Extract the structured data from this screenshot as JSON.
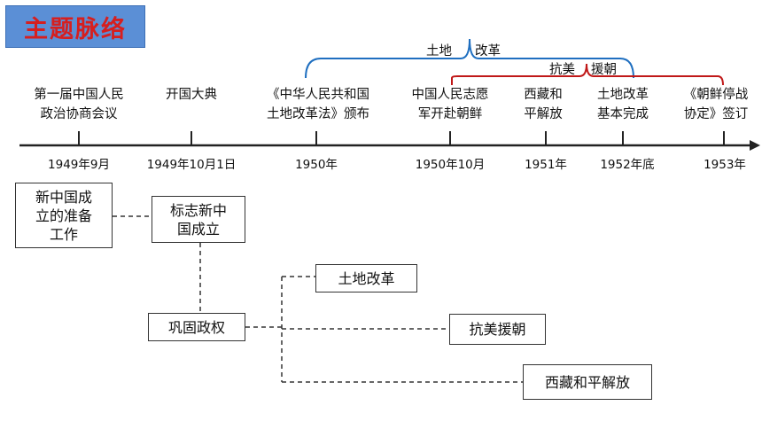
{
  "title": "主题脉络",
  "timeline": {
    "events": [
      {
        "text": "第一届中国人民\n政治协商会议",
        "date": "1949年9月"
      },
      {
        "text": "开国大典",
        "date": "1949年10月1日"
      },
      {
        "text": "《中华人民共和国\n土地改革法》颁布",
        "date": "1950年"
      },
      {
        "text": "中国人民志愿\n军开赴朝鲜",
        "date": "1950年10月"
      },
      {
        "text": "西藏和\n平解放",
        "date": "1951年"
      },
      {
        "text": "土地改革\n基本完成",
        "date": "1952年底"
      },
      {
        "text": "《朝鲜停战\n协定》签订",
        "date": "1953年"
      }
    ],
    "braces": [
      {
        "label_left": "土地",
        "label_right": "改革",
        "color": "#1f6fc0"
      },
      {
        "label_left": "抗美",
        "label_right": "援朝",
        "color": "#c01818"
      }
    ]
  },
  "flow": {
    "boxes": [
      {
        "id": "prep",
        "text": "新中国成\n立的准备\n工作"
      },
      {
        "id": "founding",
        "text": "标志新中\n国成立"
      },
      {
        "id": "consolidate",
        "text": "巩固政权"
      },
      {
        "id": "land",
        "text": "土地改革"
      },
      {
        "id": "korea",
        "text": "抗美援朝"
      },
      {
        "id": "tibet",
        "text": "西藏和平解放"
      }
    ]
  }
}
